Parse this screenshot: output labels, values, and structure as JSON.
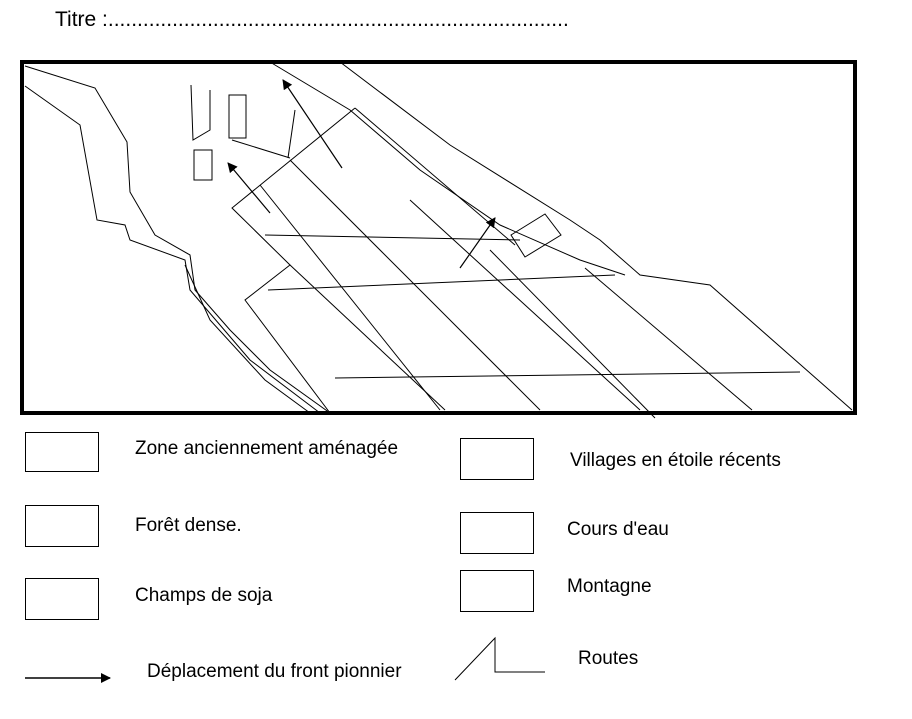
{
  "title": "Titre :...............................................................................",
  "colors": {
    "stroke": "#000000",
    "background": "#ffffff"
  },
  "legend": {
    "left": [
      {
        "label": "Zone anciennement aménagée"
      },
      {
        "label": "Forêt dense."
      },
      {
        "label": "Champs de soja"
      },
      {
        "label": "Déplacement du front pionnier",
        "icon": "arrow-icon"
      }
    ],
    "right": [
      {
        "label": "Villages en étoile récents"
      },
      {
        "label": "Cours d'eau"
      },
      {
        "label": "Montagne"
      },
      {
        "label": "Routes",
        "icon": "road-icon"
      }
    ]
  }
}
